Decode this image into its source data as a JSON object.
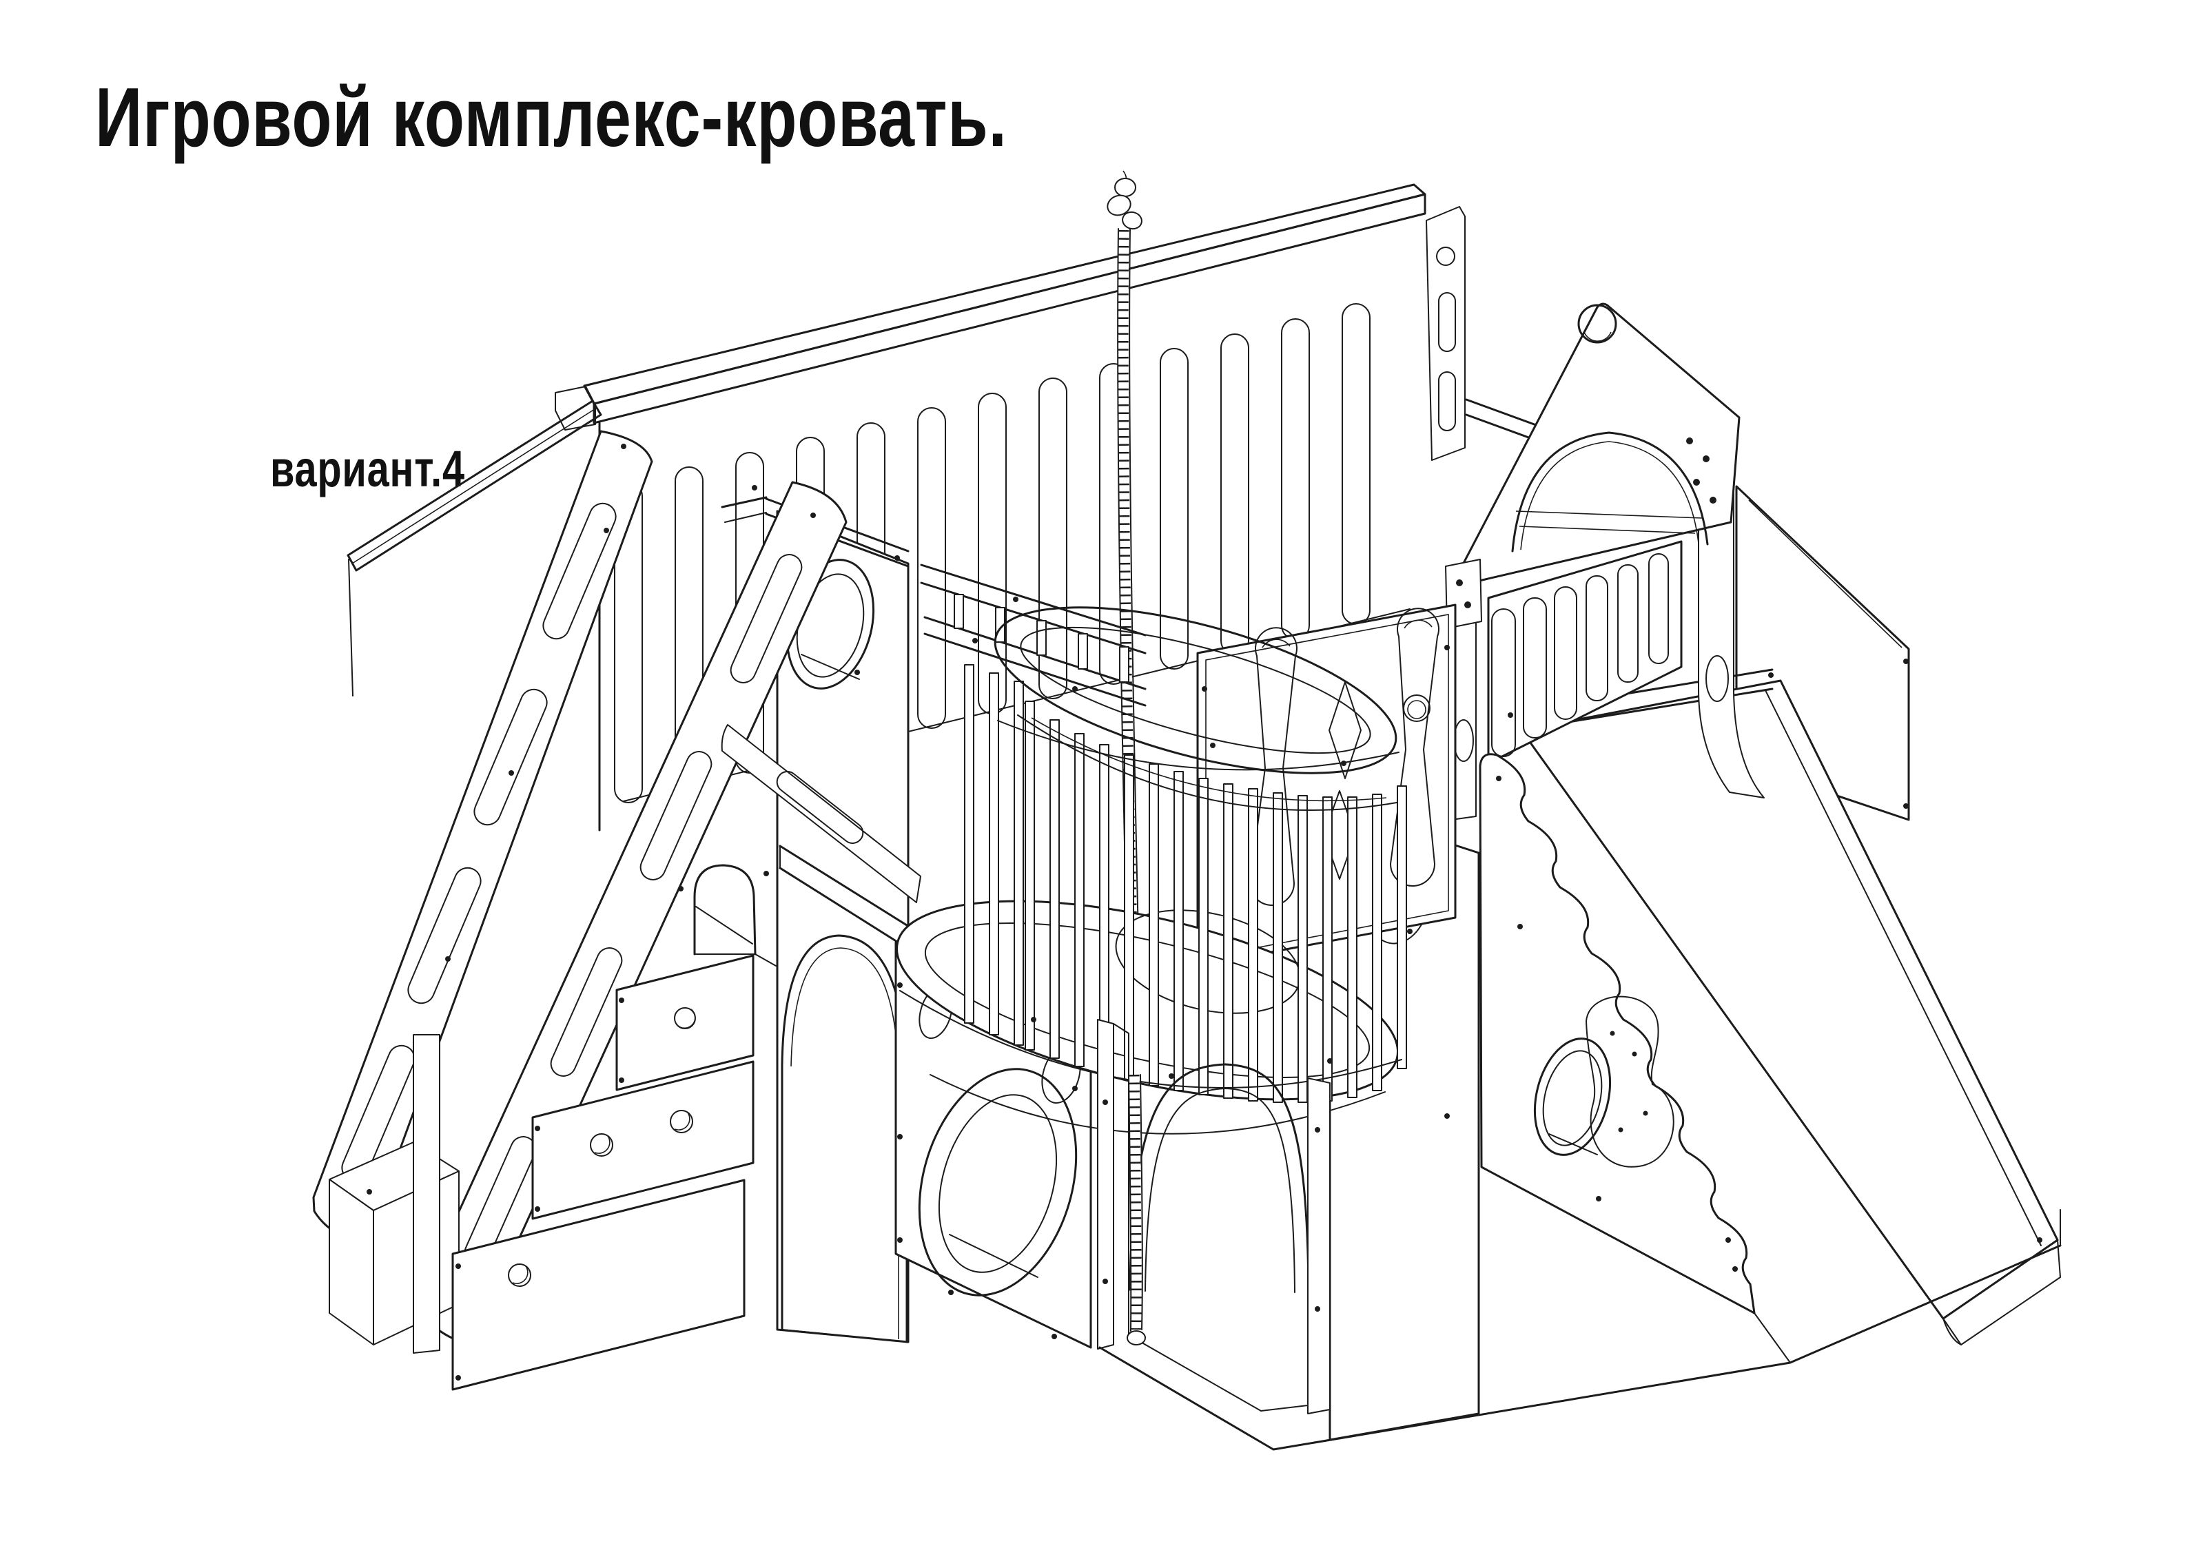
{
  "title": "Игровой комплекс-кровать.",
  "variant_label": "вариант.4",
  "colors": {
    "line": "#1c1c1c",
    "background": "#ffffff"
  },
  "drawing": {
    "type": "isometric technical line drawing",
    "subject": "children play complex loft bed, variant 4",
    "components": [
      "back-crib-wall-with-slots",
      "left-side-rail",
      "staircase-stringers",
      "storage-step-drawers",
      "step-platform",
      "arched-window",
      "porthole-panel",
      "arched-doorway",
      "playhouse-front-porthole",
      "porch-arches",
      "climbing-rope",
      "round-balcony-with-bars",
      "figure8-climb-panel",
      "gable-roof-panel",
      "slot-panel",
      "climbing-wall-blob-holds",
      "slide-with-wavy-side",
      "floor-edges"
    ]
  }
}
